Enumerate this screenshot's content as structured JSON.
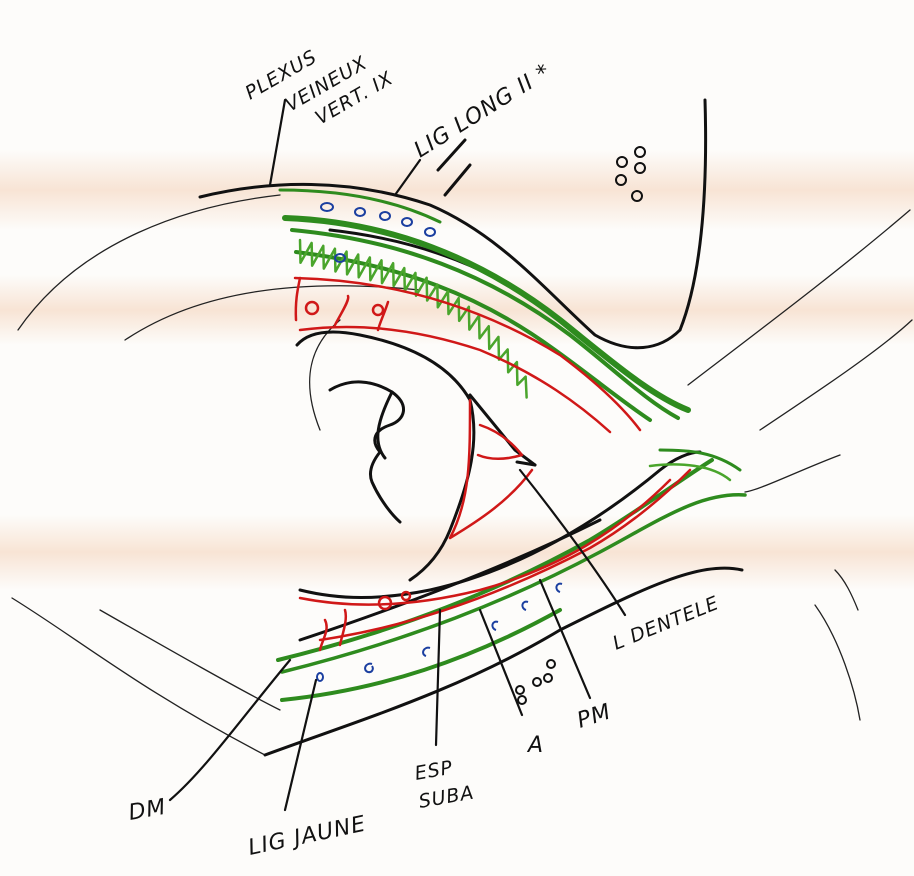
{
  "diagram": {
    "labels": {
      "plexus_line1": "PLEXUS",
      "plexus_line2": "VEINEUX",
      "plexus_line3": "VERT. IX",
      "lig_long": "LIG LONG II *",
      "l_dentele": "L DENTELE",
      "pm": "PM",
      "a": "A",
      "esp_line1": "ESP",
      "esp_line2": "SUBA",
      "lig_jaune": "LIG JAUNE",
      "dm": "DM"
    },
    "colors": {
      "ink": "#111111",
      "ligament_green": "#2e8b1e",
      "ligament_green_light": "#7cc242",
      "pia_red": "#d01818",
      "vein_blue": "#1b3fa0",
      "paper_band": "#f6dcc8"
    }
  }
}
